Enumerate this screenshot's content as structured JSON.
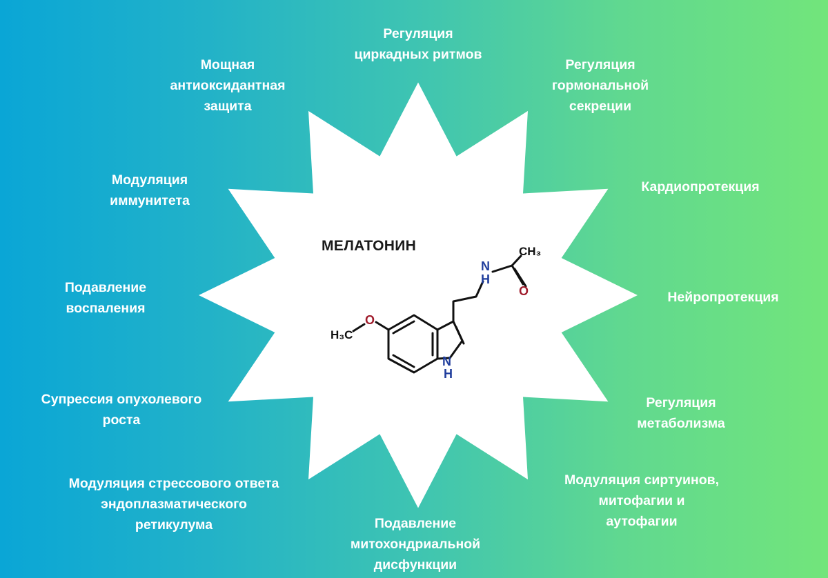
{
  "title": "МЕЛАТОНИН",
  "effects": {
    "circadian": "Регуляция\nциркадных ритмов",
    "hormonal": "Регуляция\nгормональной\nсекреции",
    "cardio": "Кардиопротекция",
    "neuro": "Нейропротекция",
    "metabolism": "Регуляция\nметаболизма",
    "sirtuins": "Модуляция сиртуинов,\nмитофагии и\nаутофагии",
    "mito": "Подавление\nмитохондриальной\nдисфункции",
    "er_stress": "Модуляция стрессового ответа\nэндоплазматического\nретикулума",
    "tumor": "Супрессия опухолевого\nроста",
    "inflammation": "Подавление\nвоспаления",
    "immunity": "Модуляция\nиммунитета",
    "antioxidant": "Мощная\nантиоксидантная\nзащита"
  },
  "molecule": {
    "nh_top_n": "N",
    "nh_top_h": "H",
    "ch3_top": "CH₃",
    "oxygen_carbonyl": "O",
    "oxygen_methoxy": "O",
    "h3c": "H₃C",
    "nh_ring_n": "N",
    "nh_ring_h": "H"
  },
  "colors": {
    "gradient_left": "#0aa6d6",
    "gradient_right": "#72e57b",
    "star_fill": "#ffffff",
    "label_text": "#ffffff",
    "nitrogen": "#1f3d9c",
    "oxygen": "#a01c2c",
    "bond": "#111111"
  }
}
